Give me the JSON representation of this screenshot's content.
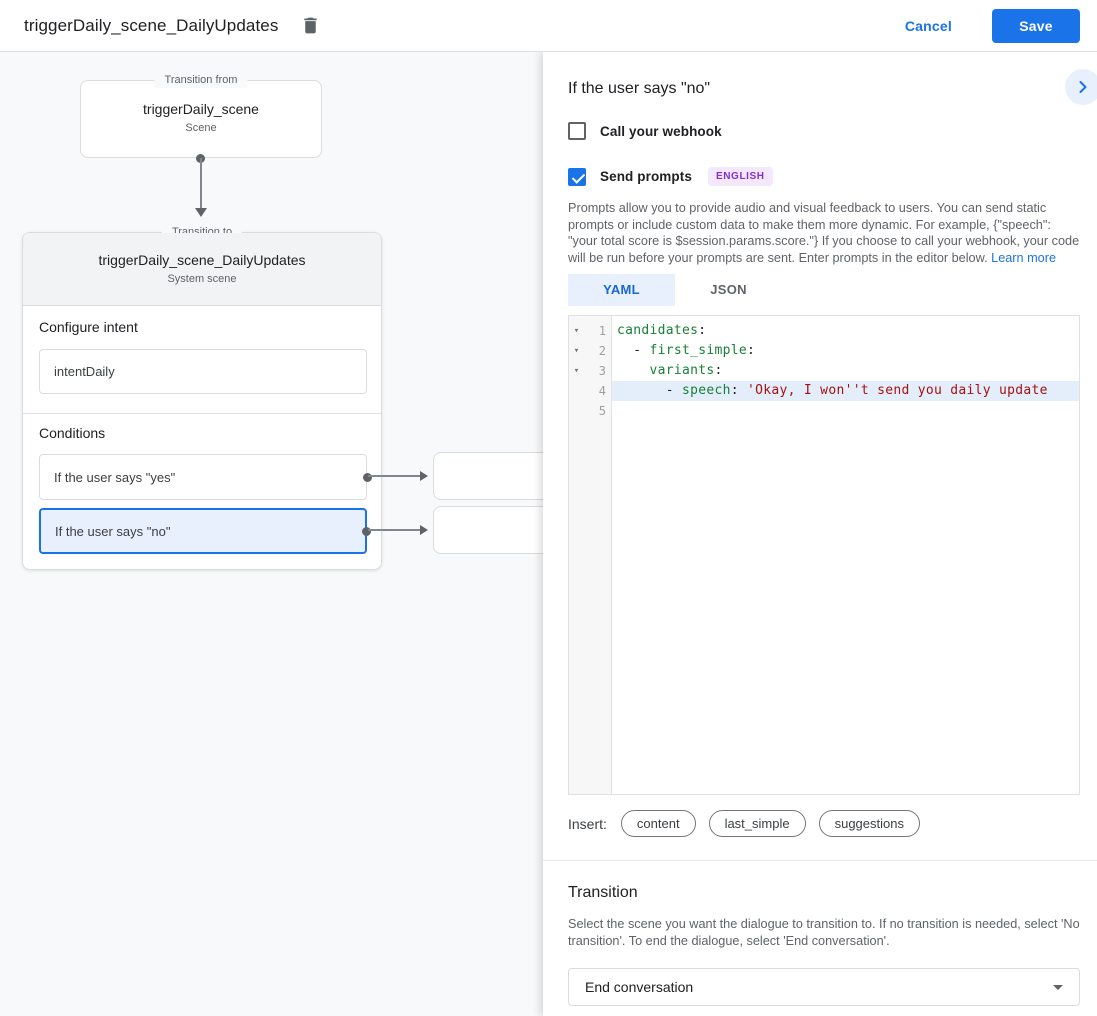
{
  "header": {
    "title": "triggerDaily_scene_DailyUpdates",
    "cancel_label": "Cancel",
    "save_label": "Save"
  },
  "canvas": {
    "from_box": {
      "legend": "Transition from",
      "title": "triggerDaily_scene",
      "subtitle": "Scene"
    },
    "to_box": {
      "legend": "Transition to",
      "title": "triggerDaily_scene_DailyUpdates",
      "subtitle": "System scene",
      "configure_intent_label": "Configure intent",
      "intent_value": "intentDaily",
      "conditions_label": "Conditions",
      "conditions": [
        {
          "label": "If the user says \"yes\"",
          "selected": false
        },
        {
          "label": "If the user says \"no\"",
          "selected": true
        }
      ]
    }
  },
  "panel": {
    "title": "If the user says \"no\"",
    "webhook": {
      "label": "Call your webhook",
      "checked": false
    },
    "prompts": {
      "label": "Send prompts",
      "checked": true,
      "language_badge": "ENGLISH"
    },
    "description": "Prompts allow you to provide audio and visual feedback to users. You can send static prompts or include custom data to make them more dynamic. For example, {\"speech\": \"your total score is $session.params.score.\"} If you choose to call your webhook, your code will be run before your prompts are sent. Enter prompts in the editor below. ",
    "learn_more_label": "Learn more",
    "tabs": [
      {
        "label": "YAML",
        "active": true
      },
      {
        "label": "JSON",
        "active": false
      }
    ],
    "editor": {
      "lines": [
        {
          "num": 1,
          "fold": true,
          "selected": false,
          "segments": [
            {
              "type": "key",
              "text": "candidates"
            },
            {
              "type": "plain",
              "text": ":"
            }
          ]
        },
        {
          "num": 2,
          "fold": true,
          "selected": false,
          "segments": [
            {
              "type": "plain",
              "text": "  - "
            },
            {
              "type": "key",
              "text": "first_simple"
            },
            {
              "type": "plain",
              "text": ":"
            }
          ]
        },
        {
          "num": 3,
          "fold": true,
          "selected": false,
          "segments": [
            {
              "type": "plain",
              "text": "    "
            },
            {
              "type": "key",
              "text": "variants"
            },
            {
              "type": "plain",
              "text": ":"
            }
          ]
        },
        {
          "num": 4,
          "fold": false,
          "selected": true,
          "segments": [
            {
              "type": "plain",
              "text": "      - "
            },
            {
              "type": "key",
              "text": "speech"
            },
            {
              "type": "plain",
              "text": ": "
            },
            {
              "type": "string",
              "text": "'Okay, I won''t send you daily update"
            }
          ]
        },
        {
          "num": 5,
          "fold": false,
          "selected": false,
          "segments": []
        }
      ]
    },
    "insert": {
      "label": "Insert:",
      "chips": [
        "content",
        "last_simple",
        "suggestions"
      ]
    },
    "transition": {
      "title": "Transition",
      "description": "Select the scene you want the dialogue to transition to. If no transition is needed, select 'No transition'. To end the dialogue, select 'End conversation'.",
      "dropdown_value": "End conversation"
    }
  },
  "colors": {
    "accent": "#1a73e8",
    "accent_light": "#e8f0fe",
    "badge_bg": "#f3e8fd",
    "badge_text": "#8430ce",
    "code_key": "#188038",
    "code_string": "#a41111",
    "selected_line_bg": "#e3eefa",
    "canvas_bg": "#f8f9fa"
  }
}
